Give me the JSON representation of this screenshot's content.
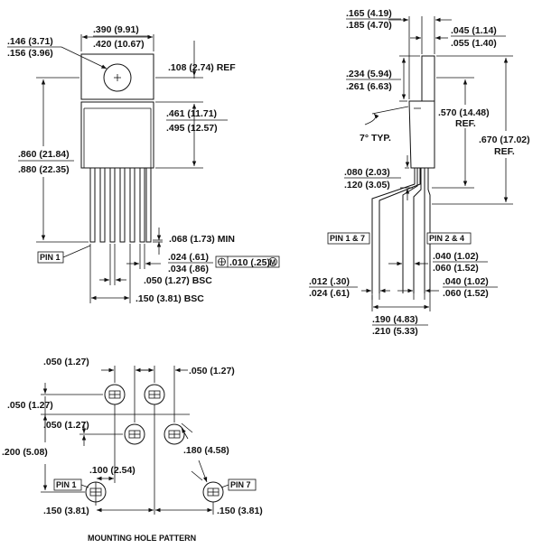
{
  "front_view": {
    "tab_hole_dia": [
      ".146 (3.71)",
      ".156 (3.96)"
    ],
    "tab_width": [
      ".390 (9.91)",
      ".420 (10.67)"
    ],
    "hole_to_body": ".108 (2.74) REF",
    "body_height": [
      ".461 (11.71)",
      ".495 (12.57)"
    ],
    "overall_height": [
      ".860 (21.84)",
      ".880 (22.35)"
    ],
    "lead_length_min": ".068 (1.73) MIN",
    "lead_width": [
      ".024 (.61)",
      ".034 (.86)"
    ],
    "tolerance": ".010 (.25)",
    "tolerance_modifier": "M",
    "pitch": ".050 (1.27) BSC",
    "pitch_x3": ".150 (3.81) BSC",
    "pin1_label": "PIN 1"
  },
  "side_view": {
    "tab_thickness": [
      ".045 (1.14)",
      ".055 (1.40)"
    ],
    "body_thickness": [
      ".165 (4.19)",
      ".185 (4.70)"
    ],
    "tab_top_height": [
      ".234 (5.94)",
      ".261 (6.63)"
    ],
    "body_to_bend": [
      ".570 (14.48)",
      "REF."
    ],
    "overall_to_lead": [
      ".670 (17.02)",
      "REF."
    ],
    "draft_angle": "7° TYP.",
    "lead_bend": [
      ".080 (2.03)",
      ".120 (3.05)"
    ],
    "pin17_label": "PIN 1 & 7",
    "pin24_label": "PIN 2 & 4",
    "offset_a": [
      ".040 (1.02)",
      ".060 (1.52)"
    ],
    "lead_thk": [
      ".012 (.30)",
      ".024 (.61)"
    ],
    "offset_b": [
      ".040 (1.02)",
      ".060 (1.52)"
    ],
    "lead_span": [
      ".190 (4.83)",
      ".210 (5.33)"
    ]
  },
  "mounting": {
    "top_left": ".050 (1.27)",
    "top_right": ".050 (1.27)",
    "left_upper": ".050 (1.27)",
    "left_mid": ".050 (1.27)",
    "row_spacing": ".200 (5.08)",
    "diagonal": ".180 (4.58)",
    "inner": ".100 (2.54)",
    "bottom_left": ".150 (3.81)",
    "bottom_right": ".150 (3.81)",
    "pin1_label": "PIN 1",
    "pin7_label": "PIN 7",
    "title": "MOUNTING HOLE PATTERN"
  }
}
